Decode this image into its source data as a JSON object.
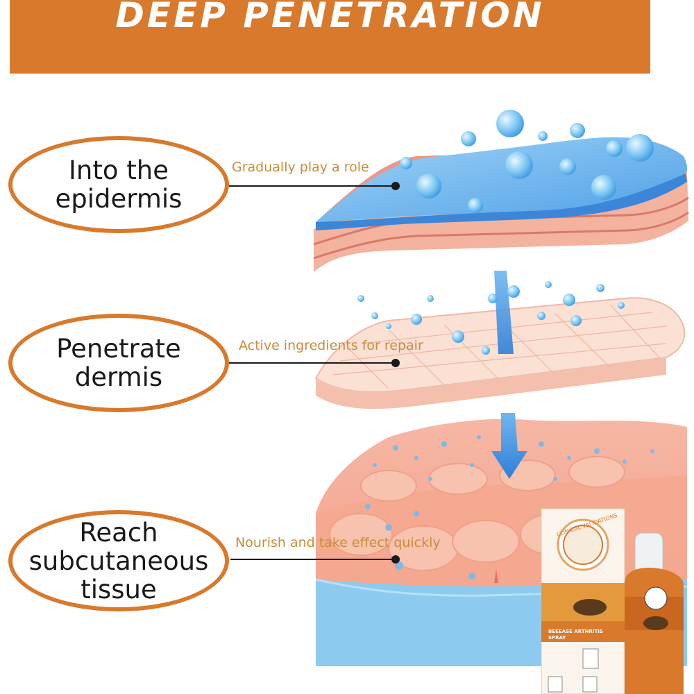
{
  "banner": {
    "title": "DEEP PENETRATION"
  },
  "colors": {
    "accent": "#d9792c",
    "label": "#c98b3a",
    "water": "#5aa6e6",
    "skin": "#f3a88f"
  },
  "steps": [
    {
      "title_line1": "Into the",
      "title_line2": "epidermis",
      "caption": "Gradually play a role"
    },
    {
      "title_line1": "Penetrate",
      "title_line2": "dermis",
      "caption": "Active ingredients for repair"
    },
    {
      "title_line1": "Reach",
      "title_line2": "subcutaneous",
      "title_line3": "tissue",
      "caption": "Nourish and take effect quickly"
    }
  ],
  "product": {
    "box_badge": "CLINICAL VALIDATIONS",
    "box_name_line1": "BEEEASE ARTHRITIS",
    "box_name_line2": "SPRAY"
  }
}
